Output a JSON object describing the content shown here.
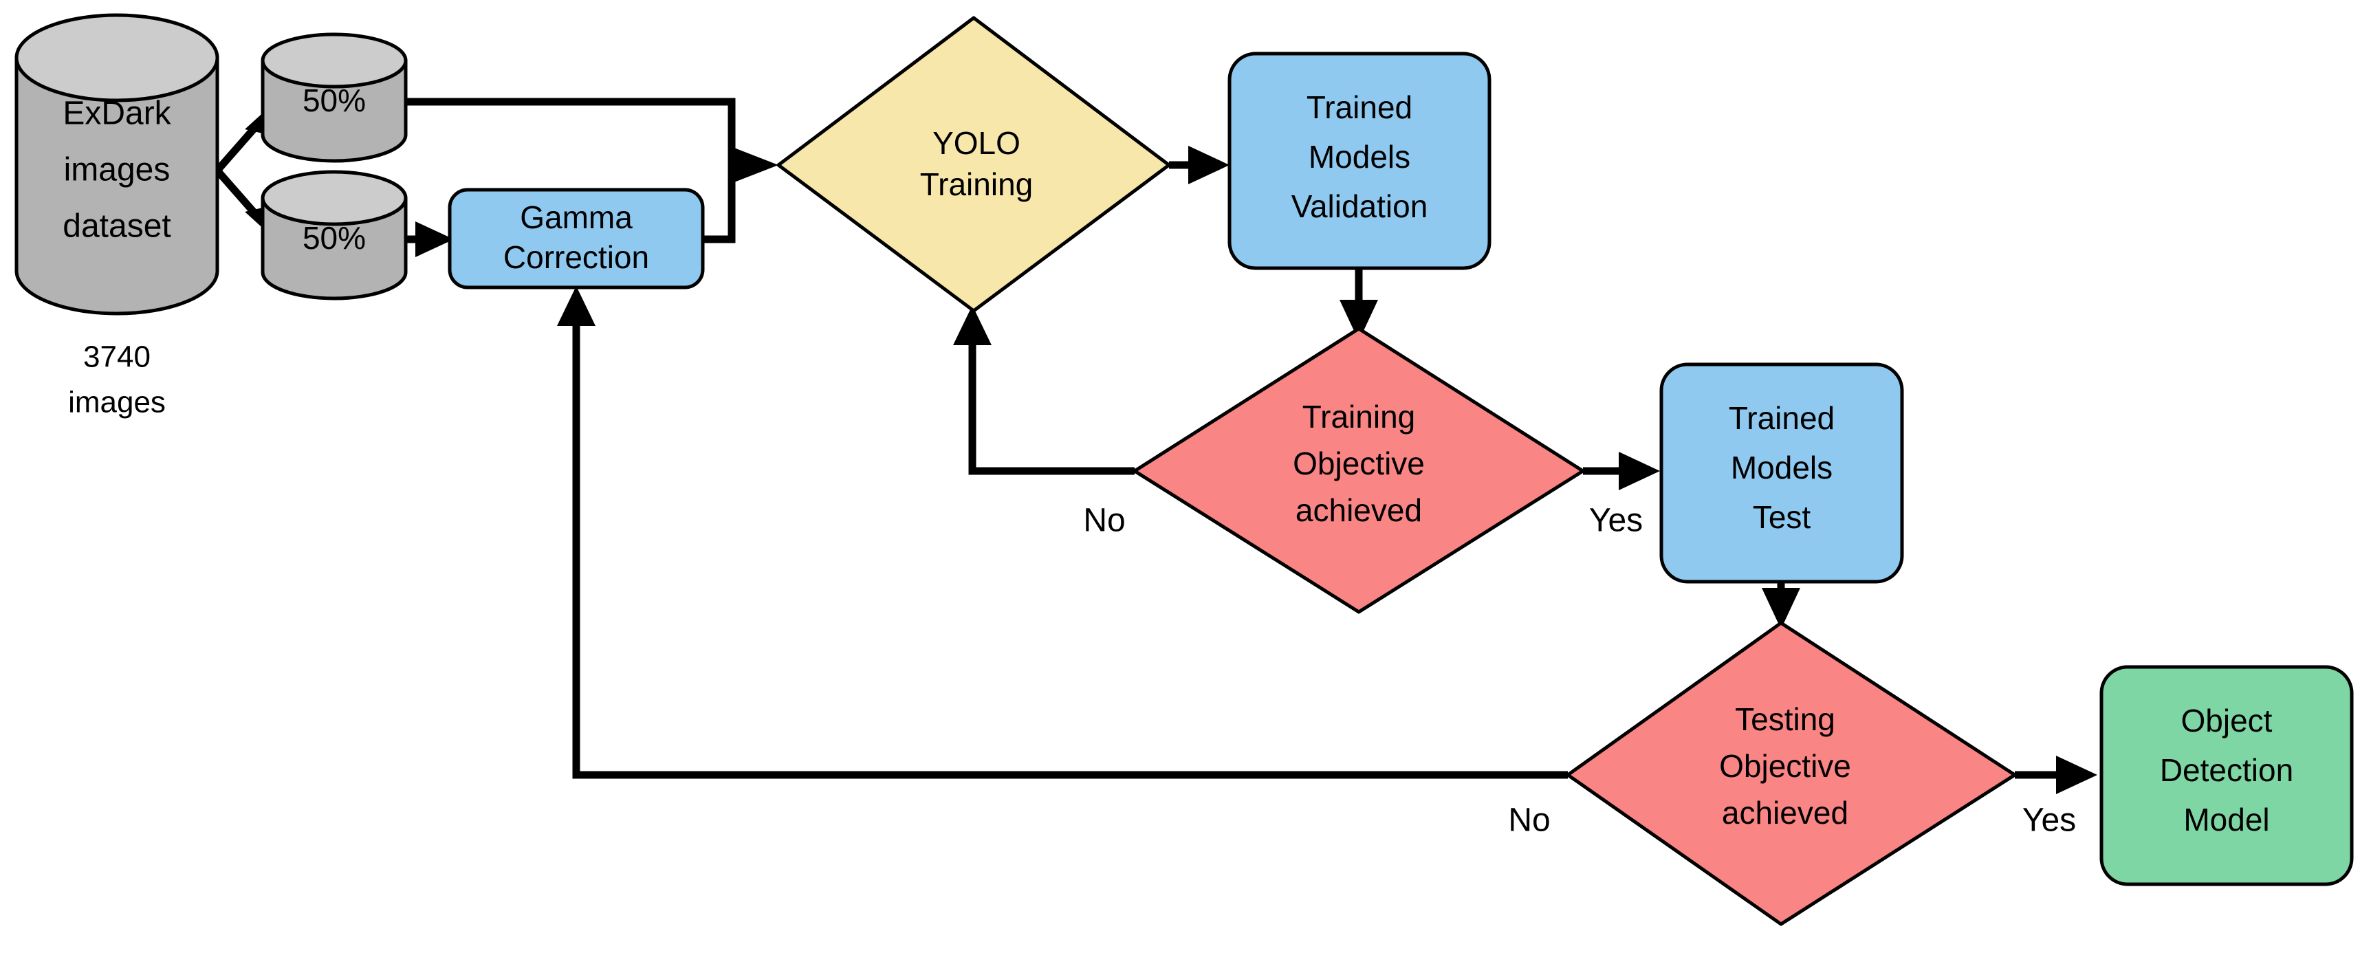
{
  "diagram": {
    "title": "YOLO training and evaluation pipeline flowchart",
    "background_color": "#ffffff",
    "colors": {
      "cylinder_body": "#b3b3b3",
      "cylinder_top": "#cccccc",
      "process_blue": "#90c9f0",
      "decision_yellow": "#f7e7ab",
      "decision_red": "#fa8585",
      "terminal_green": "#7ed6a5",
      "stroke": "#000000",
      "text": "#000000"
    }
  },
  "nodes": {
    "dataset": {
      "id": "exdark-dataset",
      "shape": "cylinder",
      "lines": [
        "ExDark",
        "images",
        "dataset"
      ],
      "fill": "#b3b3b3"
    },
    "dataset_caption": {
      "id": "dataset-caption",
      "lines": [
        "3740",
        "images"
      ]
    },
    "split_top": {
      "id": "split-top",
      "shape": "cylinder",
      "label": "50%",
      "fill": "#b3b3b3"
    },
    "split_bottom": {
      "id": "split-bottom",
      "shape": "cylinder",
      "label": "50%",
      "fill": "#b3b3b3"
    },
    "gamma": {
      "id": "gamma-correction",
      "shape": "rounded-rect",
      "lines": [
        "Gamma",
        "Correction"
      ],
      "fill": "#90c9f0"
    },
    "yolo_training": {
      "id": "yolo-training",
      "shape": "diamond",
      "lines": [
        "YOLO",
        "Training"
      ],
      "fill": "#f7e7ab"
    },
    "validation": {
      "id": "trained-models-validation",
      "shape": "rounded-rect",
      "lines": [
        "Trained",
        "Models",
        "Validation"
      ],
      "fill": "#90c9f0"
    },
    "training_objective": {
      "id": "training-objective-achieved",
      "shape": "diamond",
      "lines": [
        "Training",
        "Objective",
        "achieved"
      ],
      "fill": "#fa8585"
    },
    "test": {
      "id": "trained-models-test",
      "shape": "rounded-rect",
      "lines": [
        "Trained",
        "Models",
        "Test"
      ],
      "fill": "#90c9f0"
    },
    "testing_objective": {
      "id": "testing-objective-achieved",
      "shape": "diamond",
      "lines": [
        "Testing",
        "Objective",
        "achieved"
      ],
      "fill": "#fa8585"
    },
    "output": {
      "id": "object-detection-model",
      "shape": "rounded-rect",
      "lines": [
        "Object",
        "Detection",
        "Model"
      ],
      "fill": "#7ed6a5"
    }
  },
  "edge_labels": {
    "training_no": "No",
    "training_yes": "Yes",
    "testing_no": "No",
    "testing_yes": "Yes"
  },
  "edges": [
    {
      "from": "exdark-dataset",
      "to": "split-top",
      "label": ""
    },
    {
      "from": "exdark-dataset",
      "to": "split-bottom",
      "label": ""
    },
    {
      "from": "split-top",
      "to": "yolo-training",
      "label": ""
    },
    {
      "from": "split-bottom",
      "to": "gamma-correction",
      "label": ""
    },
    {
      "from": "gamma-correction",
      "to": "yolo-training",
      "label": ""
    },
    {
      "from": "yolo-training",
      "to": "trained-models-validation",
      "label": ""
    },
    {
      "from": "trained-models-validation",
      "to": "training-objective-achieved",
      "label": ""
    },
    {
      "from": "training-objective-achieved",
      "to": "yolo-training",
      "label": "No"
    },
    {
      "from": "training-objective-achieved",
      "to": "trained-models-test",
      "label": "Yes"
    },
    {
      "from": "trained-models-test",
      "to": "testing-objective-achieved",
      "label": ""
    },
    {
      "from": "testing-objective-achieved",
      "to": "gamma-correction",
      "label": "No"
    },
    {
      "from": "testing-objective-achieved",
      "to": "object-detection-model",
      "label": "Yes"
    }
  ]
}
